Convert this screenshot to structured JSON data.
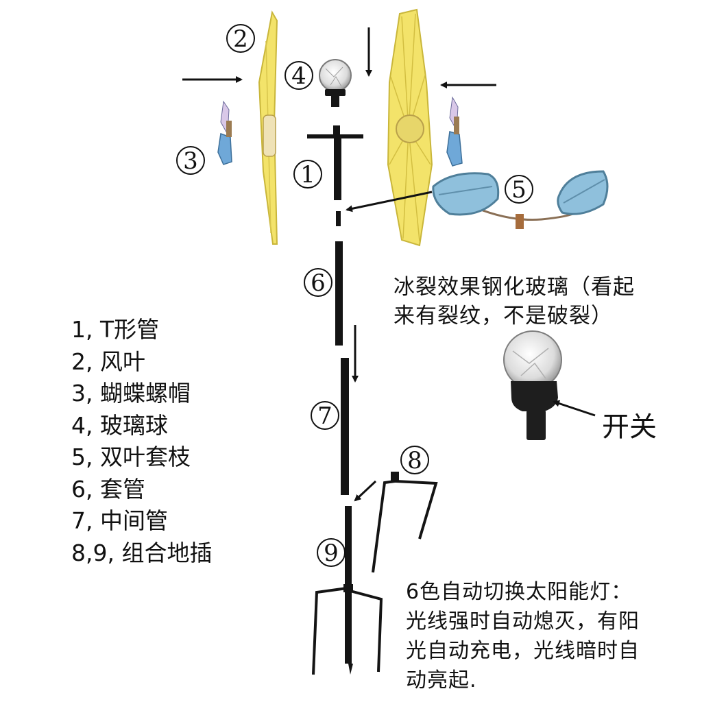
{
  "callouts": [
    "1",
    "2",
    "3",
    "4",
    "5",
    "6",
    "7",
    "8",
    "9"
  ],
  "legend": [
    "1, T形管",
    "2, 风叶",
    "3, 蝴蝶螺帽",
    "4, 玻璃球",
    "5, 双叶套枝",
    "6, 套管",
    "7, 中间管",
    "8,9, 组合地插"
  ],
  "glass_note": [
    "冰裂效果钢化玻璃（看起",
    "来有裂纹，不是破裂）"
  ],
  "switch_label": "开关",
  "solar_note": [
    "6色自动切换太阳能灯：",
    "光线强时自动熄灭，有阳",
    "光自动充电，光线暗时自",
    "动亮起."
  ],
  "colors": {
    "pipe": "#141414",
    "blade_yellow": "#f3e36a",
    "blade_edge": "#c9b63a",
    "leaf_blue": "#8fc0dc",
    "leaf_edge": "#4f7f9a",
    "butterfly_blue": "#6fa8d8",
    "glass": "#e8e8e8"
  }
}
